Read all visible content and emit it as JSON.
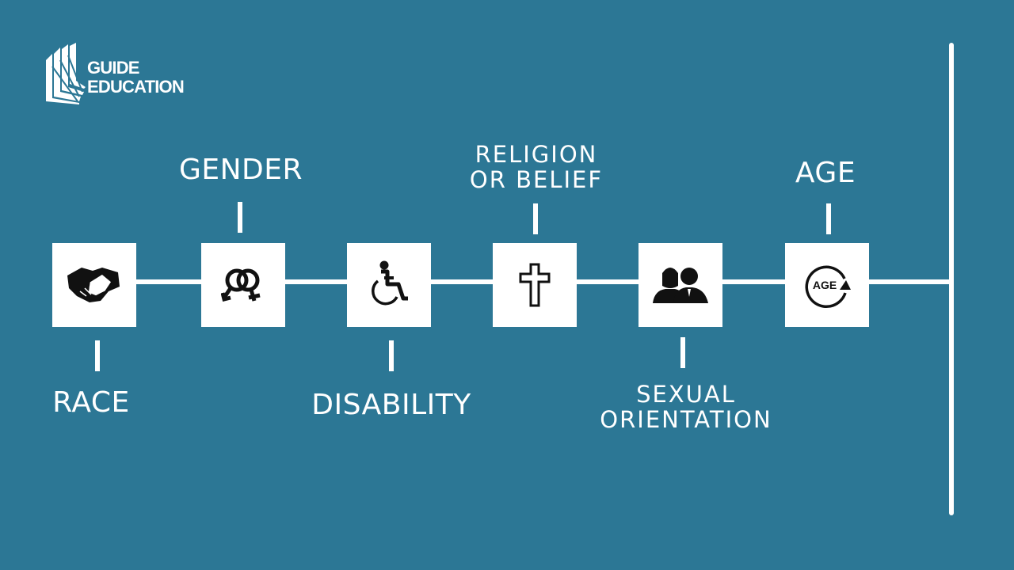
{
  "logo": {
    "line1": "GUIDE",
    "line2": "EDUCATION"
  },
  "characteristics": [
    {
      "label": "RACE",
      "icon": "handshake-icon"
    },
    {
      "label": "GENDER",
      "icon": "gender-symbols-icon"
    },
    {
      "label": "DISABILITY",
      "icon": "wheelchair-icon"
    },
    {
      "label_line1": "RELIGION",
      "label_line2": "OR BELIEF",
      "icon": "cross-icon"
    },
    {
      "label_line1": "SEXUAL",
      "label_line2": "ORIENTATION",
      "icon": "couple-icon"
    },
    {
      "label": "AGE",
      "icon": "age-icon",
      "icon_text": "AGE"
    }
  ],
  "colors": {
    "background": "#2c7795",
    "foreground": "#ffffff",
    "icon": "#111111"
  }
}
